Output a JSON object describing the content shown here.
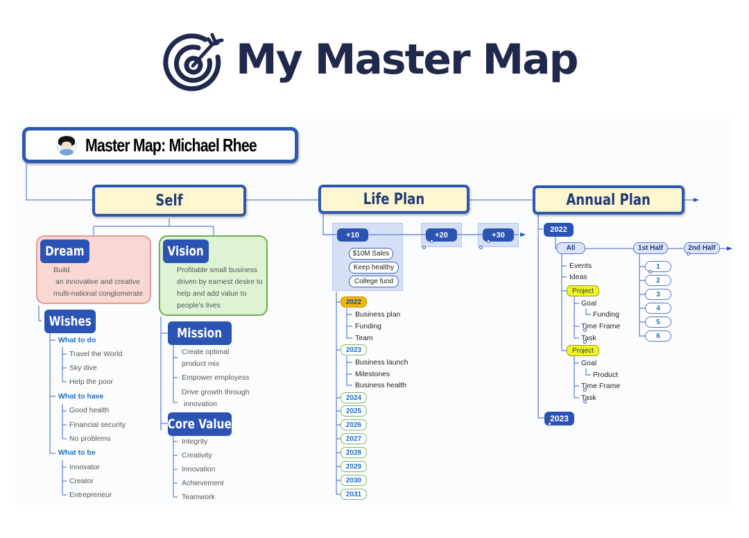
{
  "header": {
    "icon": "target-arrow-icon",
    "title": "My Master Map"
  },
  "master": {
    "avatar": "avatar-icon",
    "title": "Master Map: Michael Rhee"
  },
  "self": {
    "title": "Self",
    "dream": {
      "label": "Dream",
      "lines": [
        "Build",
        "an innovative and creative",
        "multi-national conglomerate"
      ]
    },
    "vision": {
      "label": "Vision",
      "lines": [
        "Profitable small business",
        "driven by earnest desire to",
        "help and add value to",
        "people's lives"
      ]
    },
    "wishes": {
      "label": "Wishes",
      "groups": [
        {
          "title": "What to do",
          "items": [
            "Travel the World",
            "Sky dive",
            "Help the poor"
          ]
        },
        {
          "title": "What to have",
          "items": [
            "Good health",
            "Financial security",
            "No problems"
          ]
        },
        {
          "title": "What to be",
          "items": [
            "Innovator",
            "Creator",
            "Entrepreneur"
          ]
        }
      ]
    },
    "mission": {
      "label": "Mission",
      "items": [
        "Create optimal",
        "product mix",
        "Empower employess",
        "Drive growth through",
        "innovation"
      ]
    },
    "core_value": {
      "label": "Core Value",
      "items": [
        "Integrity",
        "Creativity",
        "Innovation",
        "Achievement",
        "Teamwork"
      ]
    }
  },
  "life_plan": {
    "title": "Life Plan",
    "horizons": [
      "+10",
      "+20",
      "+30"
    ],
    "plus10_items": [
      "$10M Sales",
      "Keep healthy",
      "College fund"
    ],
    "years": [
      {
        "year": "2022",
        "highlight": true,
        "items": [
          "Business plan",
          "Funding",
          "Team"
        ]
      },
      {
        "year": "2023",
        "highlight": false,
        "items": [
          "Business launch",
          "Milestones",
          "Business health"
        ]
      },
      {
        "year": "2024"
      },
      {
        "year": "2025"
      },
      {
        "year": "2026"
      },
      {
        "year": "2027"
      },
      {
        "year": "2028"
      },
      {
        "year": "2029"
      },
      {
        "year": "2030"
      },
      {
        "year": "2031"
      }
    ]
  },
  "annual_plan": {
    "title": "Annual Plan",
    "year_current": "2022",
    "year_next": "2023",
    "tabs": [
      "All",
      "1st Half",
      "2nd Half"
    ],
    "all_items": [
      "Events",
      "Ideas"
    ],
    "projects": [
      {
        "label": "Project",
        "goal": "Goal",
        "goal_child": "Funding",
        "time_frame": "Time Frame",
        "task": "Task"
      },
      {
        "label": "Project",
        "goal": "Goal",
        "goal_child": "Product",
        "time_frame": "Time Frame",
        "task": "Task"
      }
    ],
    "half_items": [
      "1",
      "2",
      "3",
      "4",
      "5",
      "6"
    ]
  },
  "colors": {
    "brand_navy": "#20284c",
    "node_blue": "#2b53b3",
    "topic_fill": "#fdf6cf",
    "dream_fill": "#f9d8d4",
    "vision_fill": "#def3d4",
    "highlight_year": "#f2b705",
    "project_yellow": "#f5f51e"
  }
}
